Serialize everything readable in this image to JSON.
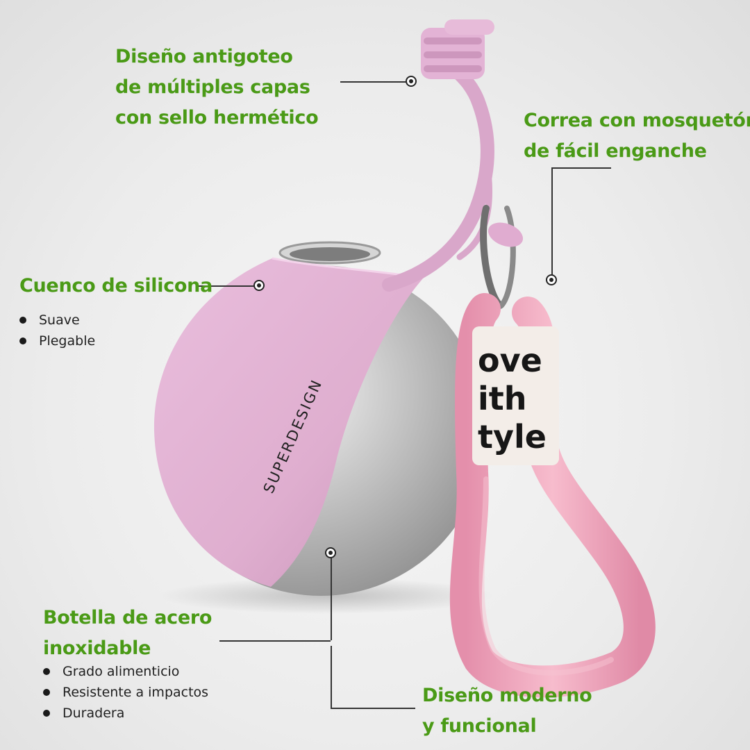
{
  "callouts": {
    "antigoteo": {
      "lines": [
        "Diseño antigoteo",
        "de múltiples capas",
        "con sello hermético"
      ]
    },
    "correa": {
      "lines": [
        "Correa con mosquetón",
        "de fácil enganche"
      ]
    },
    "cuenco": {
      "lines": [
        "Cuenco de silicona"
      ],
      "bullets": [
        "Suave",
        "Plegable"
      ]
    },
    "botella": {
      "lines": [
        "Botella de acero",
        "inoxidable"
      ],
      "bullets": [
        "Grado alimenticio",
        "Resistente a impactos",
        "Duradera"
      ]
    },
    "moderno": {
      "lines": [
        "Diseño moderno",
        "y funcional"
      ]
    }
  },
  "product": {
    "brand_logo": "SUPERDESIGN",
    "strap_tag": [
      "ove",
      "ith",
      "tyle"
    ]
  },
  "colors": {
    "heading": "#4a9a16",
    "silicone_pink": "#e3b3d5",
    "strap_pink": "#f2a9bf",
    "steel": "#b9b9b9",
    "background": "#ececec"
  },
  "icons": [
    "callout-marker-icon"
  ]
}
